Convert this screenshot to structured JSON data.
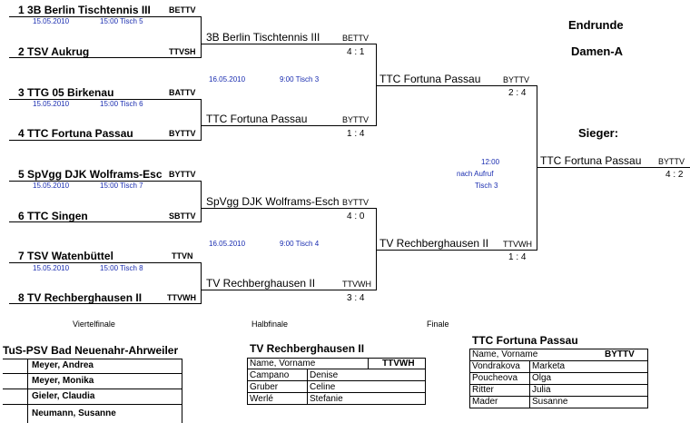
{
  "header": {
    "endrunde": "Endrunde",
    "division": "Damen-A",
    "sieger_label": "Sieger:"
  },
  "round1": [
    {
      "num": "1",
      "team": "3B Berlin Tischtennis III",
      "code": "BETTV"
    },
    {
      "num": "2",
      "team": "TSV Aukrug",
      "code": "TTVSH"
    },
    {
      "num": "3",
      "team": "TTG 05 Birkenau",
      "code": "BATTV"
    },
    {
      "num": "4",
      "team": "TTC Fortuna Passau",
      "code": "BYTTV"
    },
    {
      "num": "5",
      "team": "SpVgg DJK Wolframs-Esc",
      "code": "BYTTV"
    },
    {
      "num": "6",
      "team": "TTC Singen",
      "code": "SBTTV"
    },
    {
      "num": "7",
      "team": "TSV Watenbüttel",
      "code": "TTVN"
    },
    {
      "num": "8",
      "team": "TV Rechberghausen II",
      "code": "TTVWH"
    }
  ],
  "round1_info": [
    {
      "date": "15.05.2010",
      "time": "15:00 Tisch 5"
    },
    {
      "date": "15.05.2010",
      "time": "15:00 Tisch 6"
    },
    {
      "date": "15.05.2010",
      "time": "15:00 Tisch 7"
    },
    {
      "date": "15.05.2010",
      "time": "15:00 Tisch 8"
    }
  ],
  "semifinal": [
    {
      "team": "3B Berlin Tischtennis III",
      "code": "BETTV",
      "score": "4 : 1"
    },
    {
      "team": "TTC Fortuna Passau",
      "code": "BYTTV",
      "score": "1 : 4"
    },
    {
      "team": "SpVgg DJK Wolframs-Esch",
      "code": "BYTTV",
      "score": "4 : 0"
    },
    {
      "team": "TV Rechberghausen II",
      "code": "TTVWH",
      "score": "3 : 4"
    }
  ],
  "semifinal_info": [
    {
      "date": "16.05.2010",
      "time": "9:00 Tisch 3"
    },
    {
      "date": "16.05.2010",
      "time": "9:00 Tisch 4"
    }
  ],
  "final": [
    {
      "team": "TTC Fortuna Passau",
      "code": "BYTTV",
      "score": "2 : 4"
    },
    {
      "team": "TV Rechberghausen II",
      "code": "TTVWH",
      "score": "1 : 4"
    }
  ],
  "final_info": {
    "time": "12:00",
    "note": "nach Aufruf",
    "table": "Tisch 3"
  },
  "winner": {
    "team": "TTC Fortuna Passau",
    "code": "BYTTV",
    "score": "4 : 2"
  },
  "rounds": {
    "quarter": "Viertelfinale",
    "half": "Halbfinale",
    "final": "Finale"
  },
  "rosters": {
    "tus": {
      "title": "TuS-PSV Bad Neuenahr-Ahrweiler",
      "players": [
        "Meyer, Andrea",
        "Meyer, Monika",
        "Gieler, Claudia",
        "Neumann, Susanne"
      ]
    },
    "tvr": {
      "title": "TV Rechberghausen II",
      "header_name": "Name, Vorname",
      "code": "TTVWH",
      "players": [
        [
          "Campano",
          "Denise"
        ],
        [
          "Gruber",
          "Celine"
        ],
        [
          "Werlé",
          "Stefanie"
        ]
      ]
    },
    "ttc": {
      "title": "TTC Fortuna Passau",
      "header_name": "Name, Vorname",
      "code": "BYTTV",
      "players": [
        [
          "Vondrakova",
          "Marketa"
        ],
        [
          "Poucheova",
          "Olga"
        ],
        [
          "Ritter",
          "Julia"
        ],
        [
          "Mader",
          "Susanne"
        ]
      ]
    }
  }
}
